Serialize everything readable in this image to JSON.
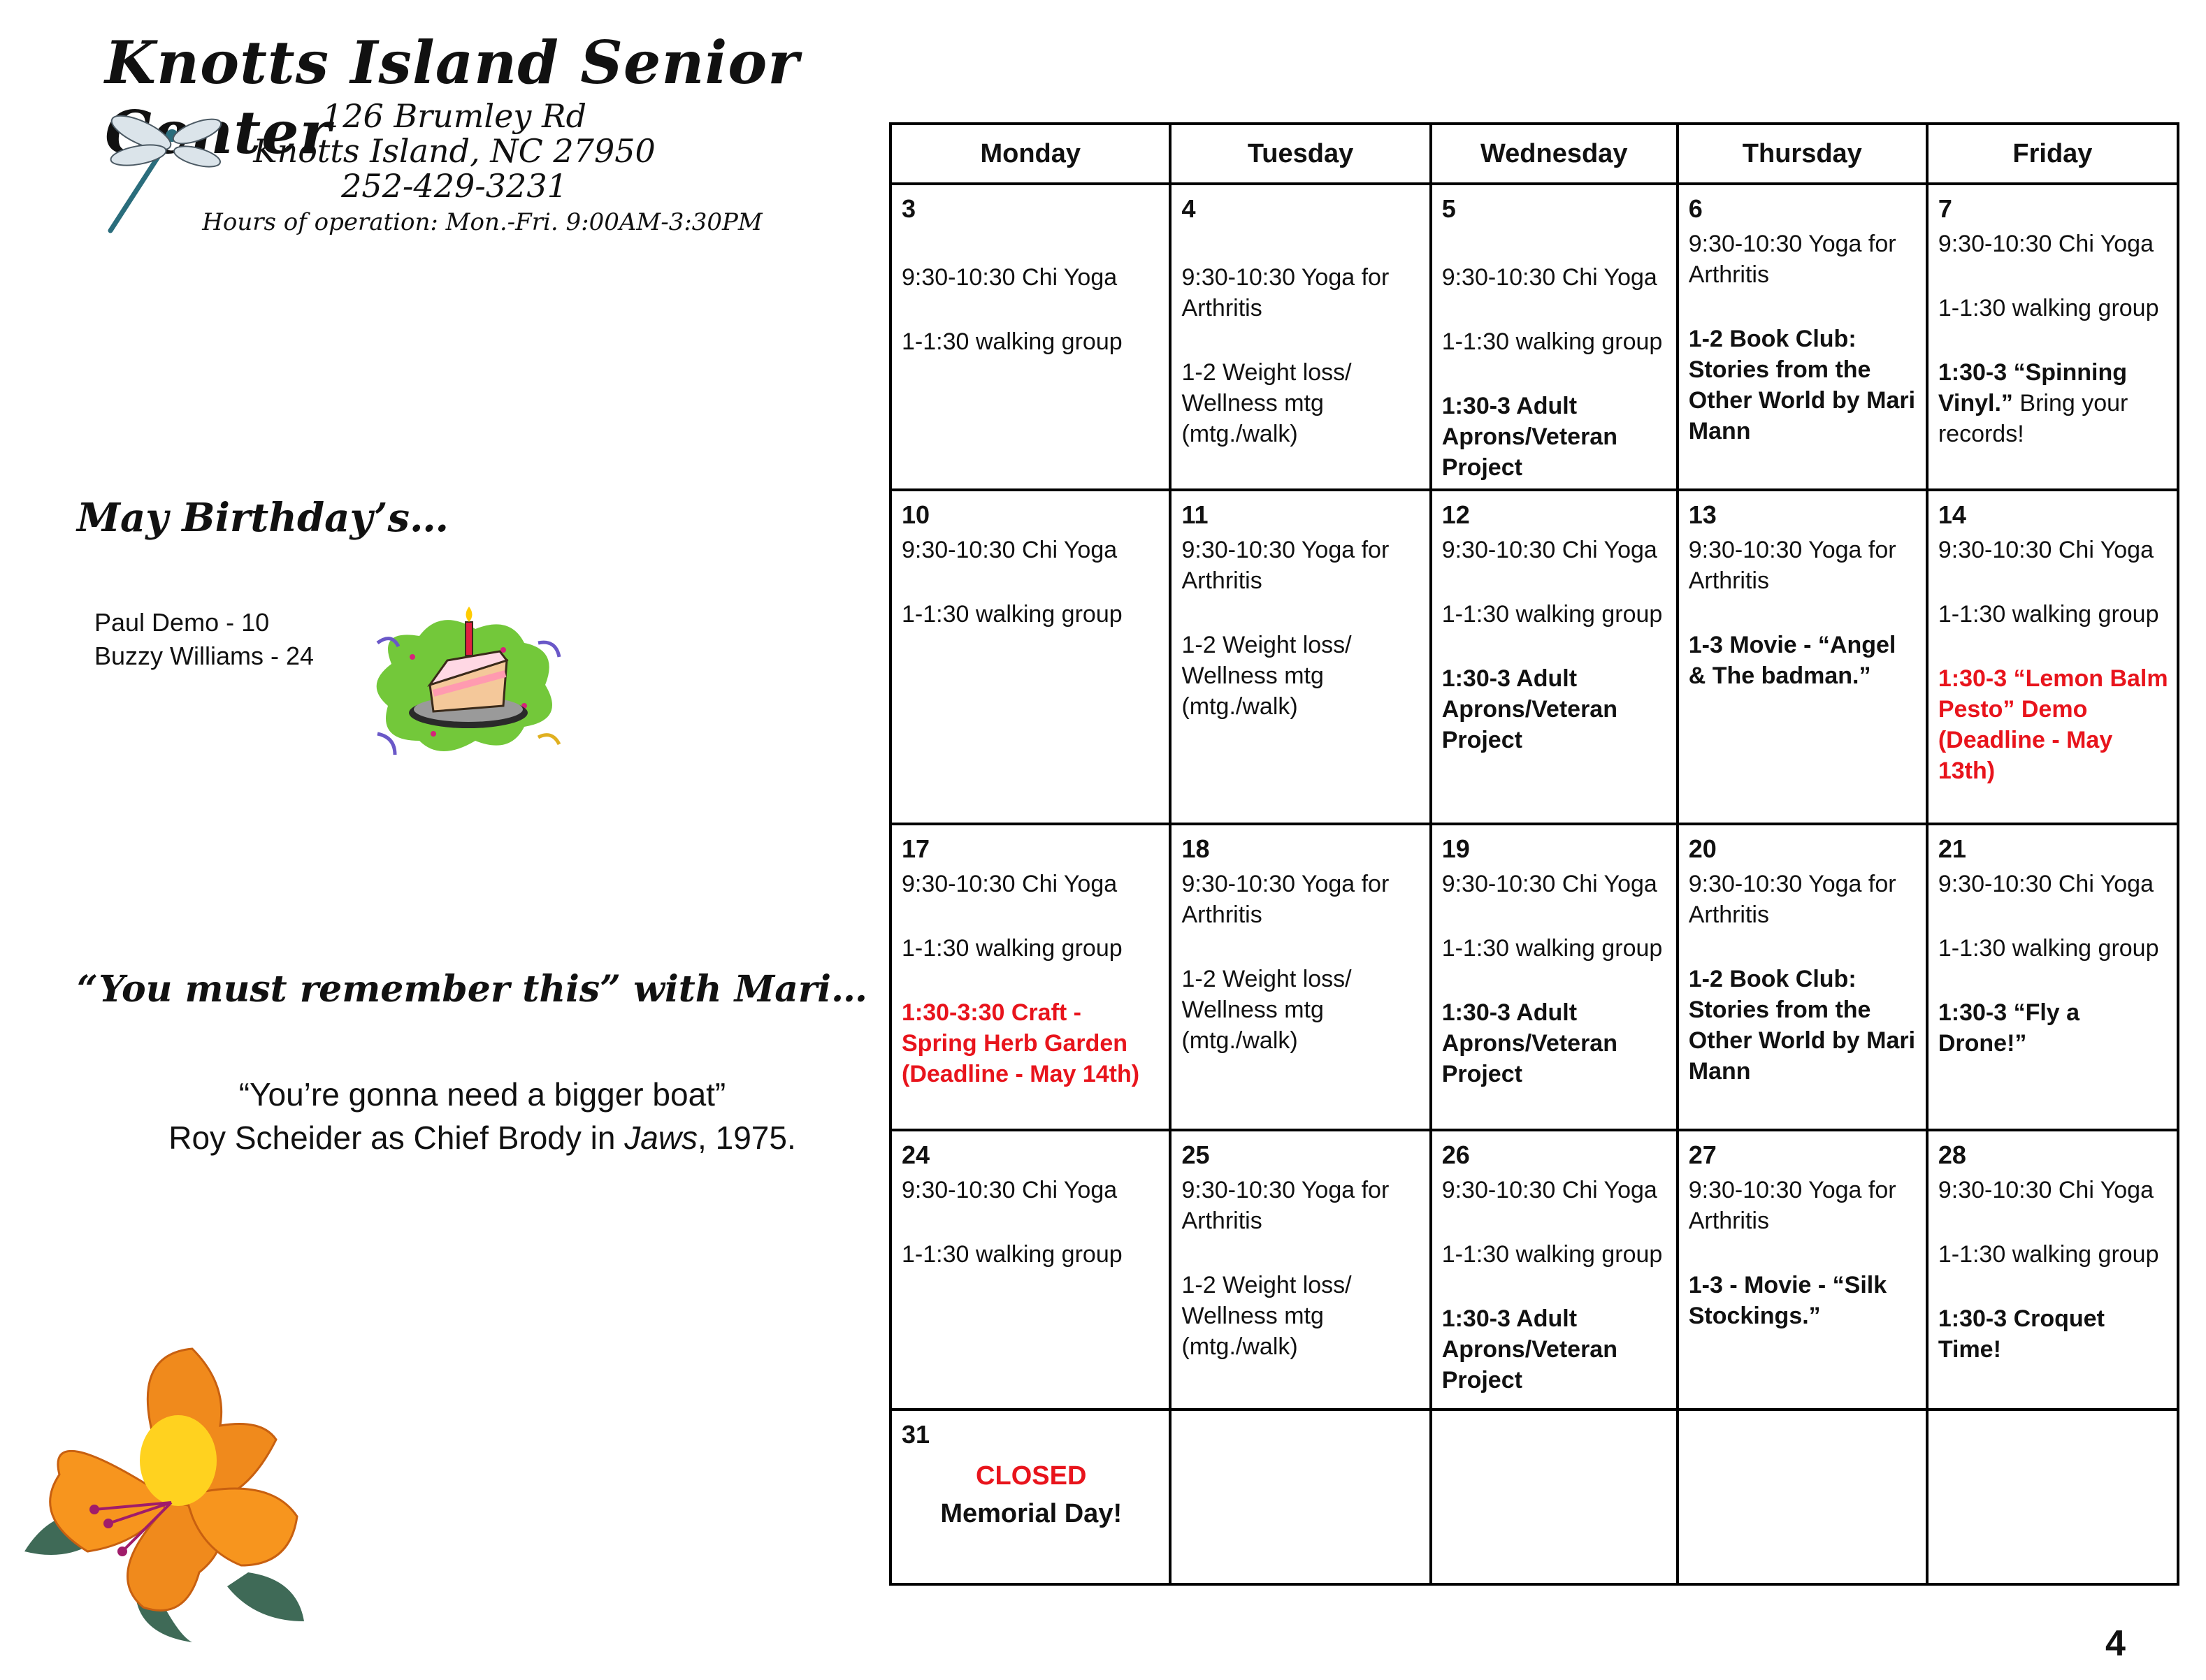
{
  "header": {
    "center_name": "Knotts Island Senior Center",
    "street": "126 Brumley Rd",
    "city": "Knotts Island, NC 27950",
    "phone": "252-429-3231",
    "hours": "Hours of operation: Mon.-Fri. 9:00AM-3:30PM"
  },
  "birthdays": {
    "heading": "May Birthday’s…",
    "items": [
      "Paul Demo - 10",
      "Buzzy Williams - 24"
    ]
  },
  "remember": {
    "heading": "“You must remember this” with Mari…",
    "quote": "“You’re gonna need a bigger boat”",
    "attribution_pre": "Roy Scheider as Chief Brody in ",
    "attribution_film": "Jaws",
    "attribution_post": ", 1975."
  },
  "calendar": {
    "days": [
      "Monday",
      "Tuesday",
      "Wednesday",
      "Thursday",
      "Friday"
    ],
    "weeks": [
      [
        {
          "num": "3",
          "lines": [
            "9:30-10:30 Chi Yoga",
            "1-1:30 walking group"
          ]
        },
        {
          "num": "4",
          "lines": [
            "9:30-10:30 Yoga for Arthritis",
            "1-2 Weight loss/ Wellness mtg (mtg./walk)"
          ]
        },
        {
          "num": "5",
          "lines": [
            "9:30-10:30 Chi Yoga",
            "1-1:30 walking group",
            "1:30-3 Adult Aprons/Veteran Project"
          ]
        },
        {
          "num": "6",
          "lines": [
            "9:30-10:30 Yoga for Arthritis",
            "1-2 Book Club: Stories from the Other World by Mari Mann"
          ]
        },
        {
          "num": "7",
          "lines": [
            "9:30-10:30 Chi Yoga",
            "1-1:30 walking group",
            "1:30-3  “Spinning Vinyl.”",
            "Bring your records!"
          ]
        }
      ],
      [
        {
          "num": "10",
          "lines": [
            "9:30-10:30 Chi Yoga",
            "1-1:30 walking group"
          ]
        },
        {
          "num": "11",
          "lines": [
            "9:30-10:30 Yoga for Arthritis",
            "1-2 Weight loss/ Wellness mtg (mtg./walk)"
          ]
        },
        {
          "num": "12",
          "lines": [
            "9:30-10:30 Chi Yoga",
            "1-1:30 walking group",
            "1:30-3 Adult Aprons/Veteran Project"
          ]
        },
        {
          "num": "13",
          "lines": [
            "9:30-10:30 Yoga for Arthritis",
            "1-3  Movie - “Angel & The badman.”"
          ]
        },
        {
          "num": "14",
          "lines": [
            "9:30-10:30 Chi Yoga",
            "1-1:30 walking group",
            "1:30-3 “Lemon Balm Pesto” Demo (Deadline - May 13th)"
          ]
        }
      ],
      [
        {
          "num": "17",
          "lines": [
            "9:30-10:30 Chi Yoga",
            "1-1:30 walking group",
            "1:30-3:30 Craft - Spring Herb Garden (Deadline - May 14th)"
          ]
        },
        {
          "num": "18",
          "lines": [
            "9:30-10:30 Yoga for Arthritis",
            "1-2 Weight loss/ Wellness mtg (mtg./walk)"
          ]
        },
        {
          "num": "19",
          "lines": [
            "9:30-10:30 Chi Yoga",
            "1-1:30 walking group",
            "1:30-3 Adult Aprons/Veteran Project"
          ]
        },
        {
          "num": "20",
          "lines": [
            "9:30-10:30 Yoga for Arthritis",
            "1-2 Book Club: Stories from the Other World by Mari Mann"
          ]
        },
        {
          "num": "21",
          "lines": [
            "9:30-10:30 Chi Yoga",
            "1-1:30 walking group",
            "1:30-3 “Fly a Drone!”"
          ]
        }
      ],
      [
        {
          "num": "24",
          "lines": [
            "9:30-10:30 Chi Yoga",
            "1-1:30 walking group"
          ]
        },
        {
          "num": "25",
          "lines": [
            "9:30-10:30 Yoga for Arthritis",
            "1-2 Weight loss/ Wellness mtg (mtg./walk)"
          ]
        },
        {
          "num": "26",
          "lines": [
            "9:30-10:30 Chi Yoga",
            "1-1:30 walking group",
            "1:30-3 Adult Aprons/Veteran Project"
          ]
        },
        {
          "num": "27",
          "lines": [
            "9:30-10:30 Yoga for Arthritis",
            "1-3 - Movie - “Silk Stockings.”"
          ]
        },
        {
          "num": "28",
          "lines": [
            "9:30-10:30 Chi Yoga",
            "1-1:30 walking group",
            "1:30-3 Croquet Time!"
          ]
        }
      ],
      [
        {
          "num": "31",
          "lines": [
            "CLOSED",
            "Memorial Day!"
          ]
        },
        {
          "num": "",
          "lines": []
        },
        {
          "num": "",
          "lines": []
        },
        {
          "num": "",
          "lines": []
        },
        {
          "num": "",
          "lines": []
        }
      ]
    ]
  },
  "colors": {
    "highlight": "#e8141c",
    "grid": "#000000"
  },
  "icons": [
    "dragonfly-icon",
    "birthday-cake-icon",
    "orange-flower-icon"
  ],
  "page_number": "4"
}
